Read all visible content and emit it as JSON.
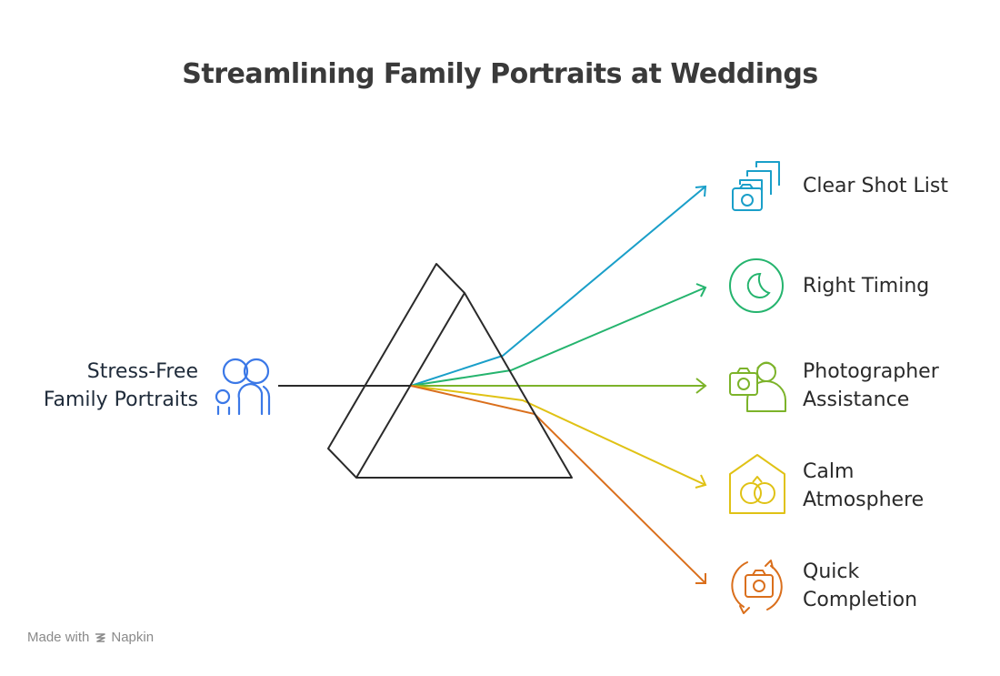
{
  "title": "Streamlining Family Portraits at Weddings",
  "input": {
    "line1": "Stress-Free",
    "line2": "Family Portraits",
    "icon": "family-icon",
    "color": "#3b78e7"
  },
  "outputs": [
    {
      "line1": "Clear Shot List",
      "line2": "",
      "icon": "camera-stack-icon",
      "color": "#1a9fc9"
    },
    {
      "line1": "Right Timing",
      "line2": "",
      "icon": "clock-icon",
      "color": "#25b46e"
    },
    {
      "line1": "Photographer",
      "line2": "Assistance",
      "icon": "photographer-icon",
      "color": "#7cb32a"
    },
    {
      "line1": "Calm",
      "line2": "Atmosphere",
      "icon": "rings-house-icon",
      "color": "#e0c215"
    },
    {
      "line1": "Quick",
      "line2": "Completion",
      "icon": "camera-refresh-icon",
      "color": "#da6f1c"
    }
  ],
  "prism_color": "#2a2a2a",
  "watermark": {
    "prefix": "Made with",
    "brand": "Napkin"
  }
}
